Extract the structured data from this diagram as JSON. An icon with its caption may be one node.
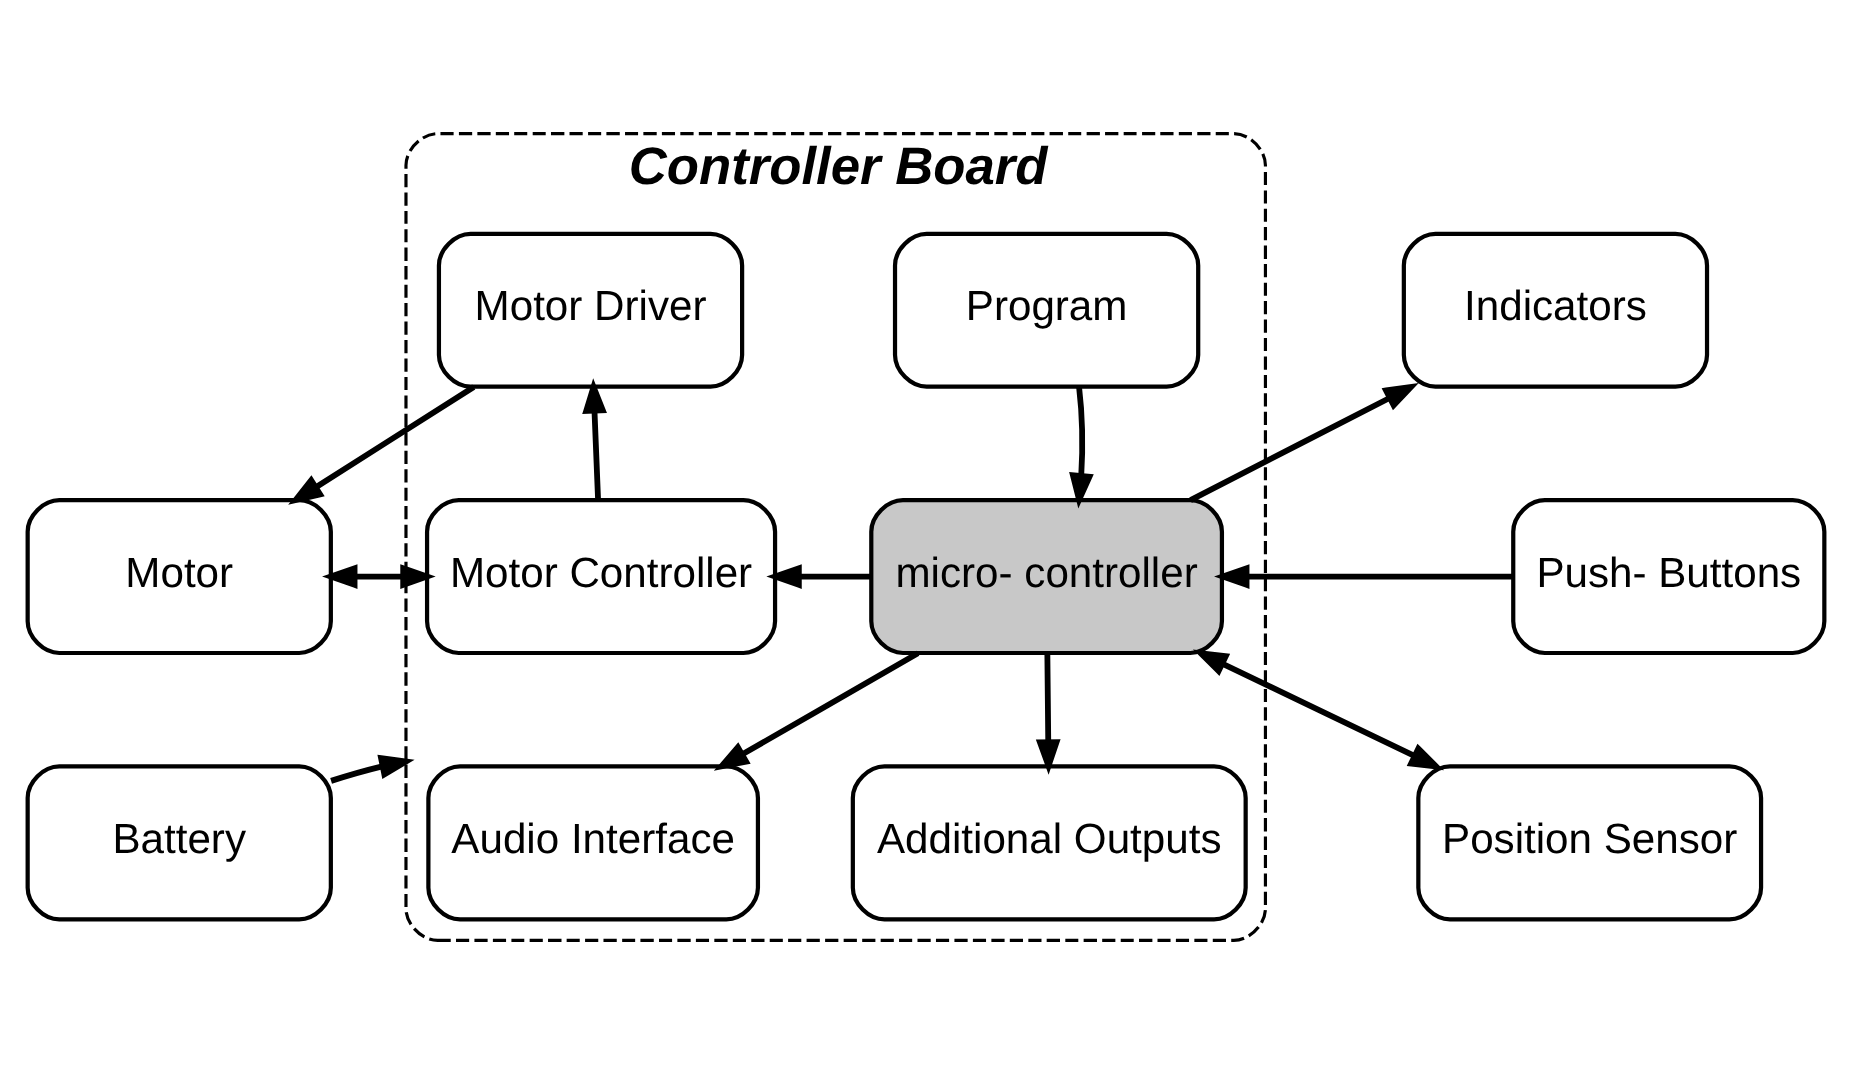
{
  "diagram": {
    "nodes": [
      {
        "text": [
          "Controller Board"
        ]
      },
      {
        "text": [
          "Indicators"
        ]
      },
      {
        "text": [
          "Program"
        ],
        "in": 0
      },
      {
        "text": [
          "Motor Driver"
        ],
        "in": 0
      },
      {
        "text": [
          "Push- Buttons"
        ]
      },
      {
        "text": [
          "micro- controller"
        ],
        "in": 0
      },
      {
        "text": [
          "Motor Controller"
        ],
        "in": 0
      },
      {
        "text": [
          "Motor"
        ]
      },
      {
        "text": [
          "Position Sensor"
        ]
      },
      {
        "text": [
          "Additional Outputs"
        ],
        "in": 0
      },
      {
        "text": [
          "Audio Interface"
        ],
        "in": 0
      },
      {
        "text": [
          "Battery"
        ]
      }
    ],
    "edges": [
      {
        "from": 5,
        "to": 1,
        "arrow": "to"
      },
      {
        "from": 2,
        "to": 5,
        "arrow": "to"
      },
      {
        "from": 4,
        "to": 5,
        "arrow": "to"
      },
      {
        "from": 5,
        "to": 6,
        "arrow": "to"
      },
      {
        "from": 6,
        "to": 3,
        "arrow": "to"
      },
      {
        "from": 3,
        "to": 7,
        "arrow": "to"
      },
      {
        "from": 6,
        "to": 7,
        "arrow": "both"
      },
      {
        "from": 5,
        "to": 8,
        "arrow": "both"
      },
      {
        "from": 5,
        "to": 9,
        "arrow": "to"
      },
      {
        "from": 5,
        "to": 10,
        "arrow": "to"
      },
      {
        "from": 11,
        "to": 0,
        "arrow": "to"
      }
    ]
  }
}
